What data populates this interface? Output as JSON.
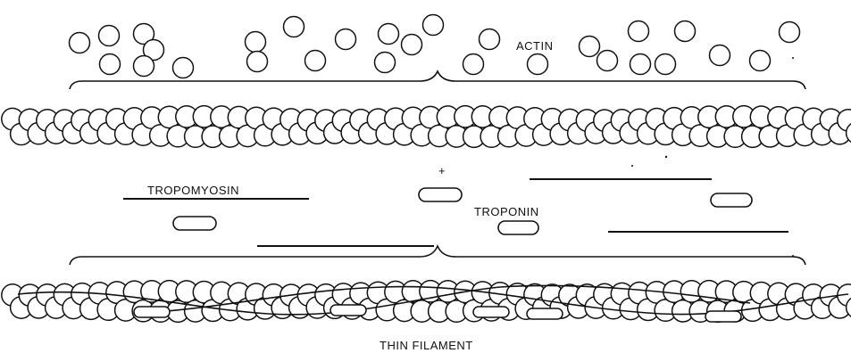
{
  "labels": {
    "actin": "ACTIN",
    "tropomyosin": "TROPOMYOSIN",
    "troponin": "TROPONIN",
    "thin_filament": "THIN FILAMENT",
    "plus_sign": "+"
  },
  "colors": {
    "ink": "#111111",
    "background": "#ffffff"
  }
}
